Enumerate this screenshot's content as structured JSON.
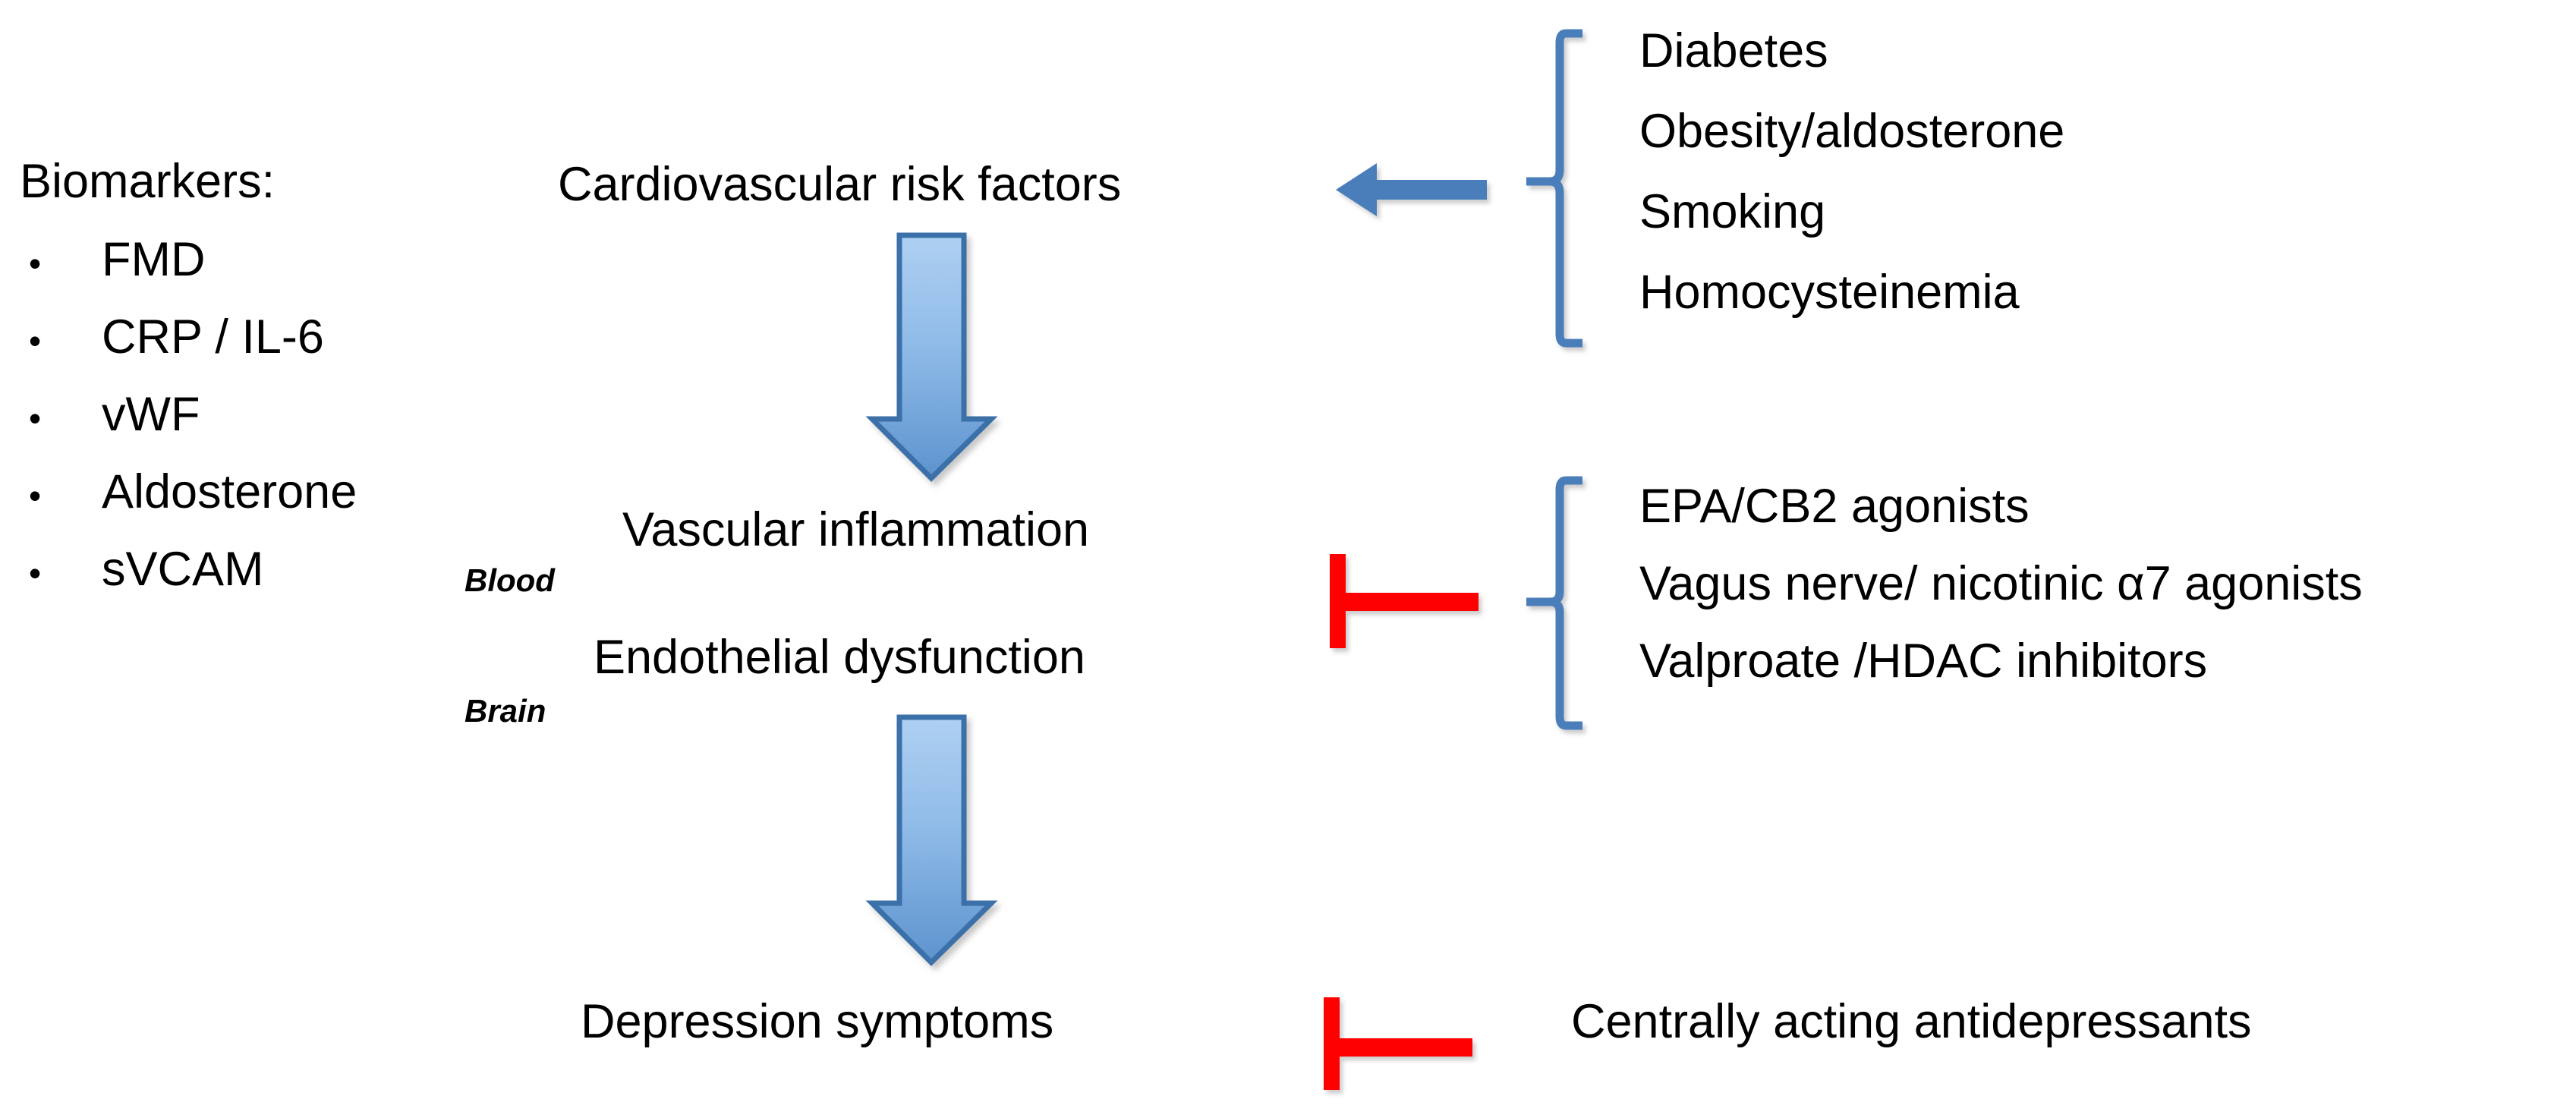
{
  "biomarkers": {
    "title": "Biomarkers:",
    "bullet_glyph": "•",
    "items": [
      {
        "label": "FMD"
      },
      {
        "label": "CRP / IL-6"
      },
      {
        "label": "vWF"
      },
      {
        "label": "Aldosterone"
      },
      {
        "label": "sVCAM"
      }
    ]
  },
  "pathway": {
    "nodes": [
      {
        "id": "risk-factors",
        "label": "Cardiovascular risk factors"
      },
      {
        "id": "vascular-inflammation",
        "label": "Vascular inflammation"
      },
      {
        "id": "endothelial-dysfunction",
        "label": "Endothelial dysfunction"
      },
      {
        "id": "depression-symptoms",
        "label": "Depression symptoms"
      }
    ],
    "compartments": [
      {
        "id": "blood",
        "label": "Blood"
      },
      {
        "id": "brain",
        "label": "Brain"
      }
    ]
  },
  "risk_factors": {
    "items": [
      {
        "label": "Diabetes"
      },
      {
        "label": "Obesity/aldosterone"
      },
      {
        "label": "Smoking"
      },
      {
        "label": "Homocysteinemia"
      }
    ]
  },
  "treatments": {
    "items": [
      {
        "label": "EPA/CB2 agonists"
      },
      {
        "label": "Vagus nerve/ nicotinic α7 agonists"
      },
      {
        "label": "Valproate /HDAC inhibitors"
      }
    ]
  },
  "antidepressants": {
    "label": "Centrally acting antidepressants"
  },
  "colors": {
    "arrow_fill_light": "#A6CBEE",
    "arrow_fill_mid": "#6FA8DC",
    "arrow_fill_dark": "#5B93CE",
    "arrow_stroke": "#3A6FA8",
    "flat_arrow": "#4A7EBB",
    "brace": "#4A7EBB",
    "inhibit": "#FF0000",
    "shadow": "#BFBFBF",
    "text": "#000000",
    "background": "#FFFFFF"
  }
}
